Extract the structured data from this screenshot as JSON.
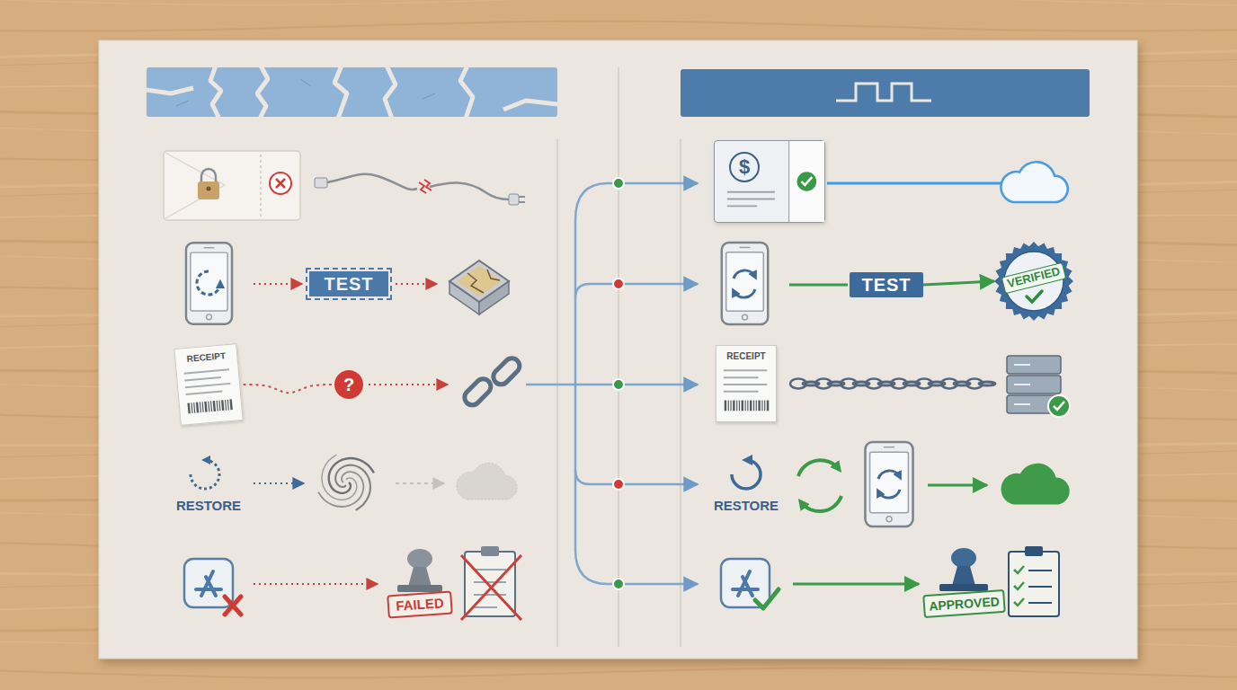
{
  "diagram": {
    "nodes": [
      {
        "text": [
          "TEST"
        ]
      },
      {
        "text": [
          "RECEIPT"
        ]
      },
      {
        "text": [
          "?"
        ]
      },
      {
        "text": [
          "FAILED"
        ]
      },
      {
        "text": [
          "$"
        ]
      },
      {
        "text": [
          "TEST"
        ]
      },
      {
        "text": [
          "VERIFIED"
        ]
      },
      {
        "text": [
          "RECEIPT"
        ]
      },
      {
        "text": [
          "APPROVED"
        ]
      }
    ],
    "edges": [
      {
        "from": 1,
        "to": 2,
        "arrow": "none"
      },
      {
        "from": 5,
        "to": 6,
        "arrow": "to"
      }
    ],
    "labels": [
      "RESTORE",
      "RESTORE"
    ]
  }
}
